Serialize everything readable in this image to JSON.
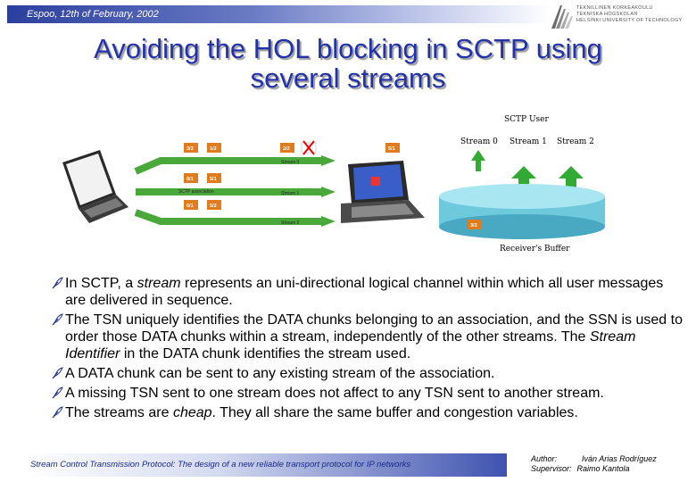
{
  "header": {
    "date": "Espoo, 12th of February, 2002",
    "logo_lines": [
      "TEKNILLINEN KORKEAKOULU",
      "TEKNISKA HÖGSKOLAN",
      "HELSINKI UNIVERSITY OF TECHNOLOGY"
    ]
  },
  "title": {
    "line1": "Avoiding the HOL blocking in SCTP using",
    "line2": "several streams"
  },
  "diagram": {
    "sctp_user": "SCTP User",
    "streams": [
      "Stream 0",
      "Stream 1",
      "Stream 2"
    ],
    "receivers_buffer": "Receiver's Buffer",
    "association_label": "SCTP association",
    "line_labels": [
      "Stream 0",
      "Stream 1",
      "Stream 2"
    ],
    "chunk_labels": [
      "3/3",
      "1/2",
      "2/2",
      "5/1",
      "8/1",
      "5/1",
      "6/1",
      "5/2",
      "3/3"
    ]
  },
  "bullets": [
    {
      "parts": [
        {
          "t": "In SCTP, a "
        },
        {
          "t": "stream",
          "i": true
        },
        {
          "t": " represents an uni-directional logical channel within which all user messages are delivered in sequence."
        }
      ]
    },
    {
      "parts": [
        {
          "t": "The TSN uniquely identifies the DATA chunks belonging to an association, and the SSN is used to order those DATA chunks within a stream, independently of the other streams. The "
        },
        {
          "t": "Stream Identifier",
          "i": true
        },
        {
          "t": " in the DATA chunk identifies the stream used."
        }
      ]
    },
    {
      "parts": [
        {
          "t": "A DATA chunk can be sent to any existing stream of the association."
        }
      ]
    },
    {
      "parts": [
        {
          "t": "A missing TSN sent to one stream does not affect to any TSN sent to another stream."
        }
      ]
    },
    {
      "parts": [
        {
          "t": "The streams are "
        },
        {
          "t": "cheap",
          "i": true
        },
        {
          "t": ". They all share the same buffer and congestion variables."
        }
      ]
    }
  ],
  "footer": {
    "text": "Stream Control Transmission Protocol: The design of a new reliable transport protocol for IP networks",
    "author_label": "Author:",
    "author_name": "Iván Arias Rodríguez",
    "supervisor_label": "Supervisor:",
    "supervisor_name": "Raimo Kantola"
  },
  "colors": {
    "title": "#2233aa",
    "header_blue": "#2b3f9e",
    "stream_green": "#4aa83a",
    "chunk_orange": "#e07b1e",
    "arrow_green": "#33aa33",
    "buffer_cyan": "#7ad4e6"
  }
}
